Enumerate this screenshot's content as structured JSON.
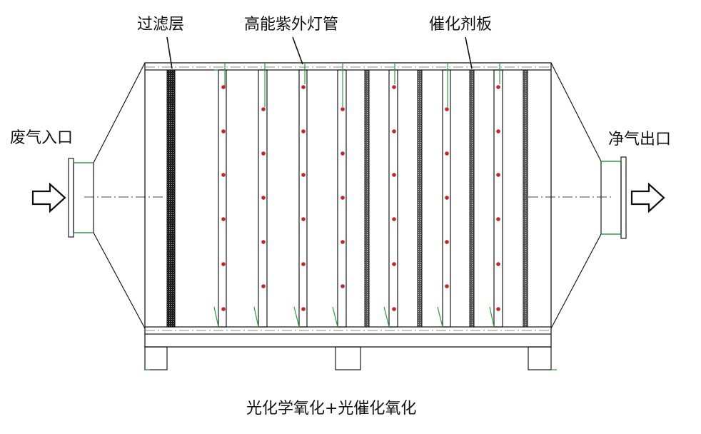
{
  "labels": {
    "filter_layer": "过滤层",
    "uv_lamp": "高能紫外灯管",
    "catalyst_plate": "催化剂板",
    "waste_gas_inlet": "废气入口",
    "clean_gas_outlet": "净气出口"
  },
  "caption": "光化学氧化+光催化氧化",
  "colors": {
    "line": "#1a1a1a",
    "accent_green": "#2e9e3e",
    "lamp_dot": "#c0262c",
    "filter_fill": "#2a2a2a"
  }
}
